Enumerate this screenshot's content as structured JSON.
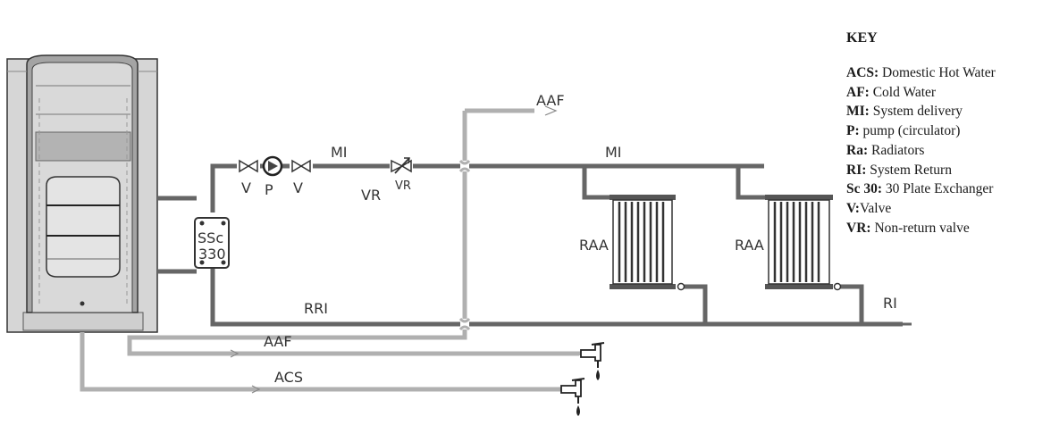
{
  "labels": {
    "mi_1": "MI",
    "mi_2": "MI",
    "vr_symbol": "VR",
    "vr_line": "VR",
    "v_left": "V",
    "v_right": "V",
    "p": "P",
    "af_top": "AAF",
    "af_bottom": "AAF",
    "acs": "ACS",
    "ri_left": "RRI",
    "ri_right": "RI",
    "ra_1": "RAA",
    "ra_2": "RAA",
    "sc_line1": "SSc",
    "sc_line2": "330"
  },
  "key": {
    "title": "KEY",
    "items": [
      {
        "code": "ACS:",
        "desc": " Domestic Hot Water"
      },
      {
        "code": "AF:",
        "desc": " Cold Water"
      },
      {
        "code": "MI:",
        "desc": " System delivery"
      },
      {
        "code": "P:",
        "desc": " pump (circulator)"
      },
      {
        "code": "Ra:",
        "desc": " Radiators"
      },
      {
        "code": "RI:",
        "desc": " System Return"
      },
      {
        "code": "Sc 30:",
        "desc": " 30 Plate Exchanger"
      },
      {
        "code": "V:",
        "desc": "Valve"
      },
      {
        "code": "VR:",
        "desc": " Non-return valve"
      }
    ]
  },
  "colors": {
    "delivery_pipe": "#666666",
    "water_pipe": "#b0b0b0",
    "boiler_body": "#d4d4d4",
    "boiler_shade": "#9a9a9a",
    "outline": "#333333"
  }
}
